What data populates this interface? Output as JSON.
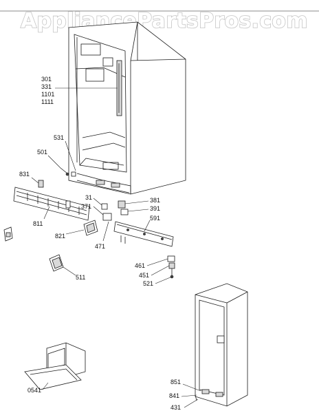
{
  "watermark": "AppliancePartsPros.com",
  "callouts": {
    "c301": "301",
    "c331": "331",
    "c1101": "1101",
    "c1111": "1111",
    "c531": "531",
    "c501": "501",
    "c831": "831",
    "c811": "811",
    "c31": "31",
    "c371": "371",
    "c381": "381",
    "c391": "391",
    "c591": "591",
    "c821": "821",
    "c471": "471",
    "c461": "461",
    "c451": "451",
    "c521": "521",
    "c511": "511",
    "c851": "851",
    "c841": "841",
    "c431": "431",
    "c0541": "0541"
  }
}
